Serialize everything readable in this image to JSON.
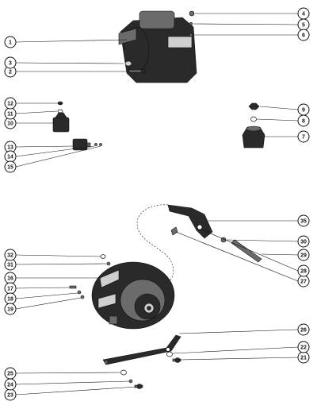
{
  "callouts": [
    {
      "n": "1"
    },
    {
      "n": "2"
    },
    {
      "n": "3"
    },
    {
      "n": "4"
    },
    {
      "n": "5"
    },
    {
      "n": "6"
    },
    {
      "n": "7"
    },
    {
      "n": "8"
    },
    {
      "n": "9"
    },
    {
      "n": "10"
    },
    {
      "n": "11"
    },
    {
      "n": "12"
    },
    {
      "n": "13"
    },
    {
      "n": "14"
    },
    {
      "n": "15"
    },
    {
      "n": "16"
    },
    {
      "n": "17"
    },
    {
      "n": "18"
    },
    {
      "n": "19"
    },
    {
      "n": "21"
    },
    {
      "n": "22"
    },
    {
      "n": "23"
    },
    {
      "n": "24"
    },
    {
      "n": "25"
    },
    {
      "n": "26"
    },
    {
      "n": "27"
    },
    {
      "n": "28"
    },
    {
      "n": "29"
    },
    {
      "n": "30"
    },
    {
      "n": "31"
    },
    {
      "n": "32"
    },
    {
      "n": "35"
    }
  ]
}
